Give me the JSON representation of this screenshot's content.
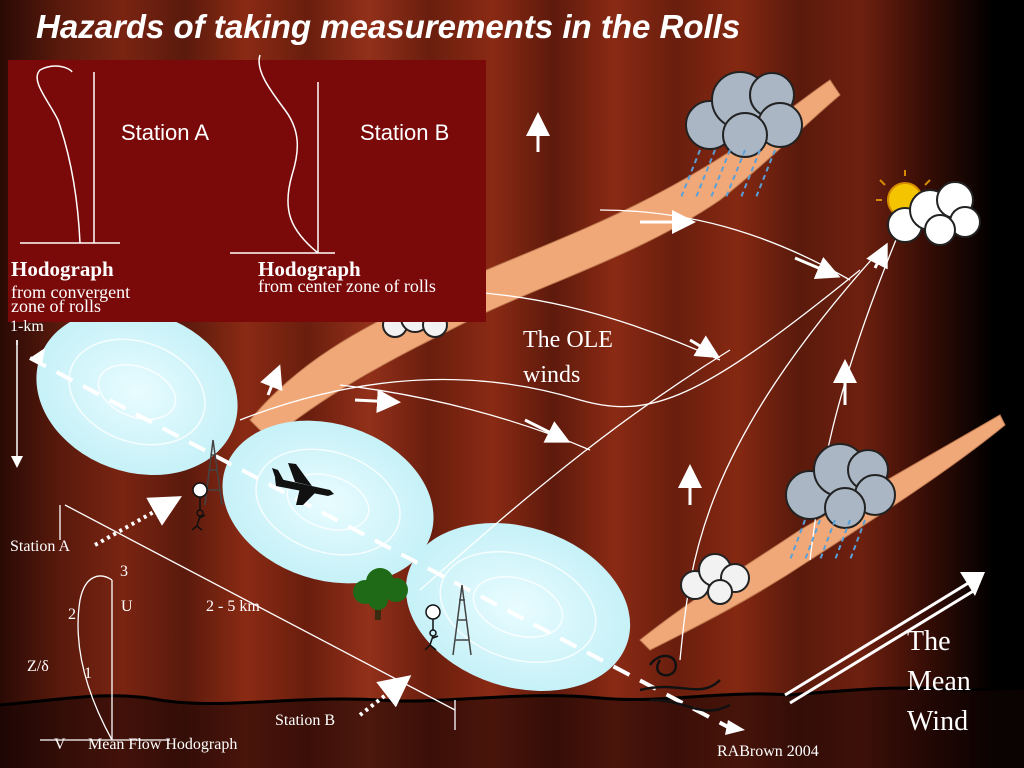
{
  "title": "Hazards of taking measurements in the Rolls",
  "hodograph_panel": {
    "station_a": "Station A",
    "station_b": "Station B",
    "left_title": "Hodograph",
    "left_line1": "from convergent",
    "left_line2": "zone of rolls",
    "right_title": "Hodograph",
    "right_line1": "from center zone of rolls"
  },
  "labels": {
    "one_km": "1-km",
    "ole_line1": "The OLE",
    "ole_line2": "winds",
    "station_a": "Station A",
    "station_b": "Station B",
    "two_five_km": "2 - 5 km",
    "mean_line1": "The",
    "mean_line2": "Mean",
    "mean_line3": "Wind",
    "credit": "RABrown 2004"
  },
  "mean_flow_hodograph": {
    "z_label": "Z/δ",
    "v_label": "V",
    "u_label": "U",
    "caption": "Mean Flow Hodograph",
    "points": [
      "1",
      "2",
      "3"
    ]
  },
  "colors": {
    "panel": "#7a0a0a",
    "roll": "#d7f7fb",
    "cloud_band": "#f0a878",
    "text": "#ffffff"
  },
  "icons": [
    "airplane-icon",
    "sun-cloud-icon",
    "rain-cloud-icon",
    "tree-icon",
    "tower-icon",
    "balloon-person-icon"
  ]
}
